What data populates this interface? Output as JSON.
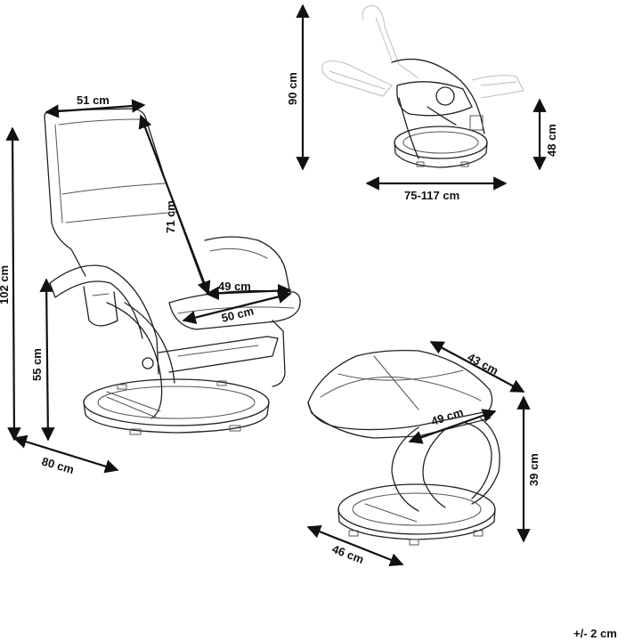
{
  "dimensions": {
    "chair_width": "51 cm",
    "chair_back_height": "71 cm",
    "seat_width": "49 cm",
    "seat_depth": "50 cm",
    "total_height": "102 cm",
    "seat_height": "55 cm",
    "chair_depth": "80 cm",
    "reclined_height": "90 cm",
    "reclined_seat_height": "48 cm",
    "reclined_length": "75-117 cm",
    "ottoman_depth": "43 cm",
    "ottoman_top_width": "49 cm",
    "ottoman_height": "39 cm",
    "ottoman_base_width": "46 cm"
  },
  "tolerance": "+/- 2 cm"
}
